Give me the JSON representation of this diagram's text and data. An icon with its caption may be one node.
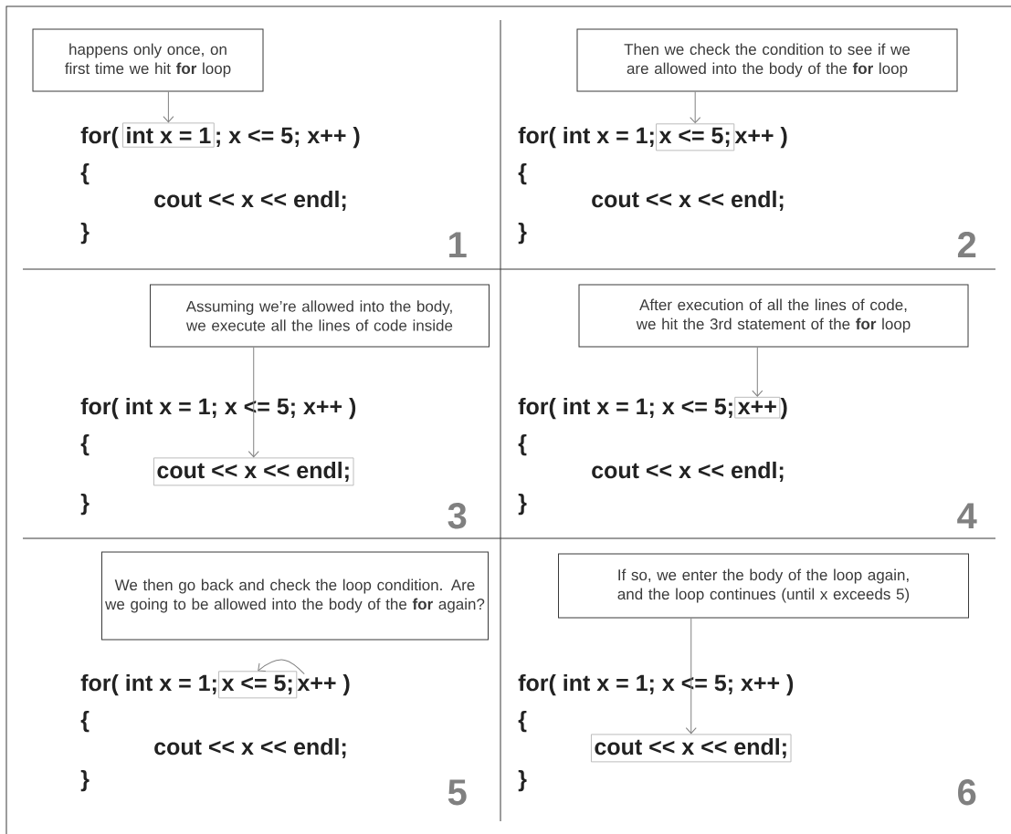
{
  "diagram": {
    "nodes": [
      {
        "text": [
          "happens only once, on first time we hit **for** loop"
        ]
      },
      {
        "text": [
          "int x = 1"
        ]
      },
      {
        "text": [
          "Then we check the condition to see if we are allowed into the body of the **for** loop"
        ]
      },
      {
        "text": [
          "x <= 5;"
        ]
      },
      {
        "text": [
          "Assuming we’re allowed into the body, we execute all the lines of code inside"
        ]
      },
      {
        "text": [
          "cout << x << endl;"
        ]
      },
      {
        "text": [
          "After execution of all the lines of code, we hit the 3rd statement of the **for** loop"
        ]
      },
      {
        "text": [
          "x++"
        ]
      },
      {
        "text": [
          "We then go back and check the loop condition. Are we going to be allowed into the body of the **for** again?"
        ]
      },
      {
        "text": [
          "x <= 5;"
        ]
      },
      {
        "text": [
          "x++ )"
        ]
      },
      {
        "text": [
          "If so, we enter the body of the loop again, and the loop continues (until x exceeds 5)"
        ]
      },
      {
        "text": [
          "cout << x << endl;"
        ]
      }
    ],
    "edges": [
      {
        "from": 0,
        "to": 1,
        "arrow": "to"
      },
      {
        "from": 2,
        "to": 3,
        "arrow": "to"
      },
      {
        "from": 4,
        "to": 5,
        "arrow": "to"
      },
      {
        "from": 6,
        "to": 7,
        "arrow": "to"
      },
      {
        "from": 10,
        "to": 9,
        "arrow": "to"
      },
      {
        "from": 11,
        "to": 12,
        "arrow": "to"
      }
    ],
    "labels": [
      "for(",
      "; x <= 5; x++ )",
      "{",
      "cout << x << endl;",
      "}",
      "1",
      "for( int x = 1;",
      "x++ )",
      "{",
      "cout << x << endl;",
      "}",
      "2",
      "for( int x = 1; x <= 5; x++ )",
      "{",
      "}",
      "3",
      "for( int x = 1; x <= 5;",
      ")",
      "{",
      "cout << x << endl;",
      "}",
      "4",
      "for( int x = 1;",
      "{",
      "cout << x << endl;",
      "}",
      "5",
      "for( int x = 1; x <= 5; x++ )",
      "{",
      "}",
      "6"
    ]
  }
}
